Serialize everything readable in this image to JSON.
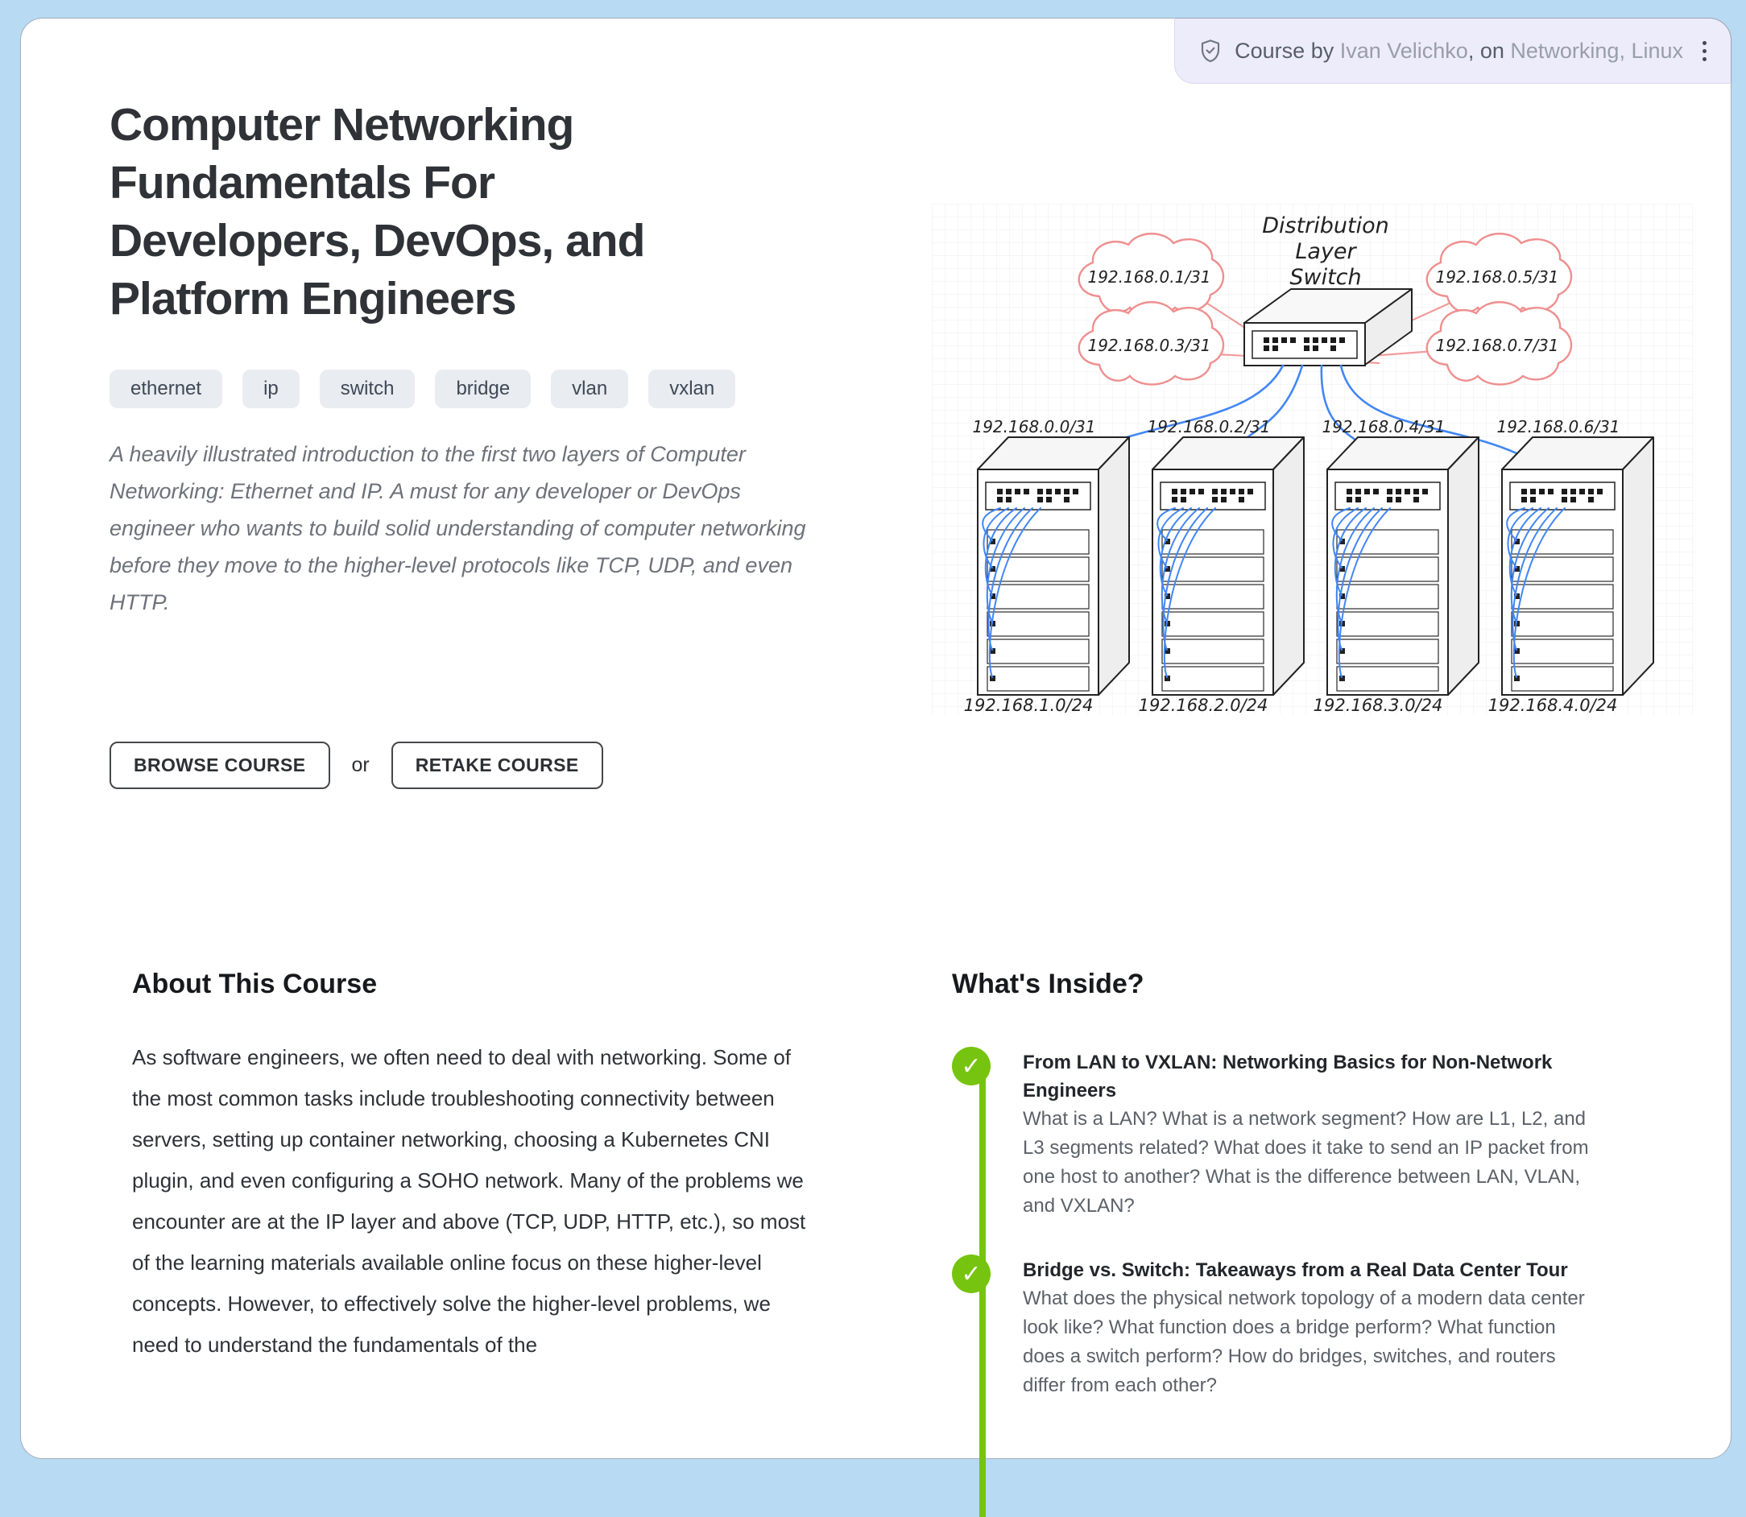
{
  "badge": {
    "prefix": "Course by ",
    "author": "Ivan Velichko",
    "connector": ", on ",
    "topic1": "Networking",
    "comma": ", ",
    "topic2": "Linux",
    "shield_icon": "shield-check-icon",
    "menu_icon": "kebab-menu-icon"
  },
  "hero": {
    "title": "Computer Networking Fundamentals For Developers, DevOps, and Platform Engineers",
    "tags": [
      "ethernet",
      "ip",
      "switch",
      "bridge",
      "vlan",
      "vxlan"
    ],
    "description": "A heavily illustrated introduction to the first two layers of Computer Networking: Ethernet and IP. A must for any developer or DevOps engineer who wants to build solid understanding of computer networking before they move to the higher-level protocols like TCP, UDP, and even HTTP.",
    "actions": {
      "browse_label": "BROWSE COURSE",
      "or_label": "or",
      "retake_label": "RETAKE COURSE"
    }
  },
  "diagram": {
    "title_lines": [
      "Distribution",
      "Layer",
      "Switch"
    ],
    "clouds": [
      "192.168.0.1/31",
      "192.168.0.3/31",
      "192.168.0.5/31",
      "192.168.0.7/31"
    ],
    "uplinks": [
      "192.168.0.0/31",
      "192.168.0.2/31",
      "192.168.0.4/31",
      "192.168.0.6/31"
    ],
    "subnets": [
      "192.168.1.0/24",
      "192.168.2.0/24",
      "192.168.3.0/24",
      "192.168.4.0/24"
    ]
  },
  "about": {
    "heading": "About This Course",
    "body": "As software engineers, we often need to deal with networking. Some of the most common tasks include troubleshooting connectivity between servers, setting up container networking, choosing a Kubernetes CNI plugin, and even configuring a SOHO network. Many of the problems we encounter are at the IP layer and above (TCP, UDP, HTTP, etc.), so most of the learning materials available online focus on these higher-level concepts. However, to effectively solve the higher-level problems, we need to understand the fundamentals of the"
  },
  "inside": {
    "heading": "What's Inside?",
    "items": [
      {
        "title": "From LAN to VXLAN: Networking Basics for Non-Network Engineers",
        "description": "What is a LAN? What is a network segment? How are L1, L2, and L3 segments related? What does it take to send an IP packet from one host to another? What is the difference between LAN, VLAN, and VXLAN?"
      },
      {
        "title": "Bridge vs. Switch: Takeaways from a Real Data Center Tour",
        "description": "What does the physical network topology of a modern data center look like? What function does a bridge perform? What function does a switch perform? How do bridges, switches, and routers differ from each other?"
      }
    ]
  },
  "colors": {
    "page_background": "#b8daf2",
    "badge_background": "#edecfa",
    "accent_green": "#76c410",
    "cable_blue": "#4286f5",
    "cloud_red": "#f09090"
  },
  "check_glyph": "✓"
}
